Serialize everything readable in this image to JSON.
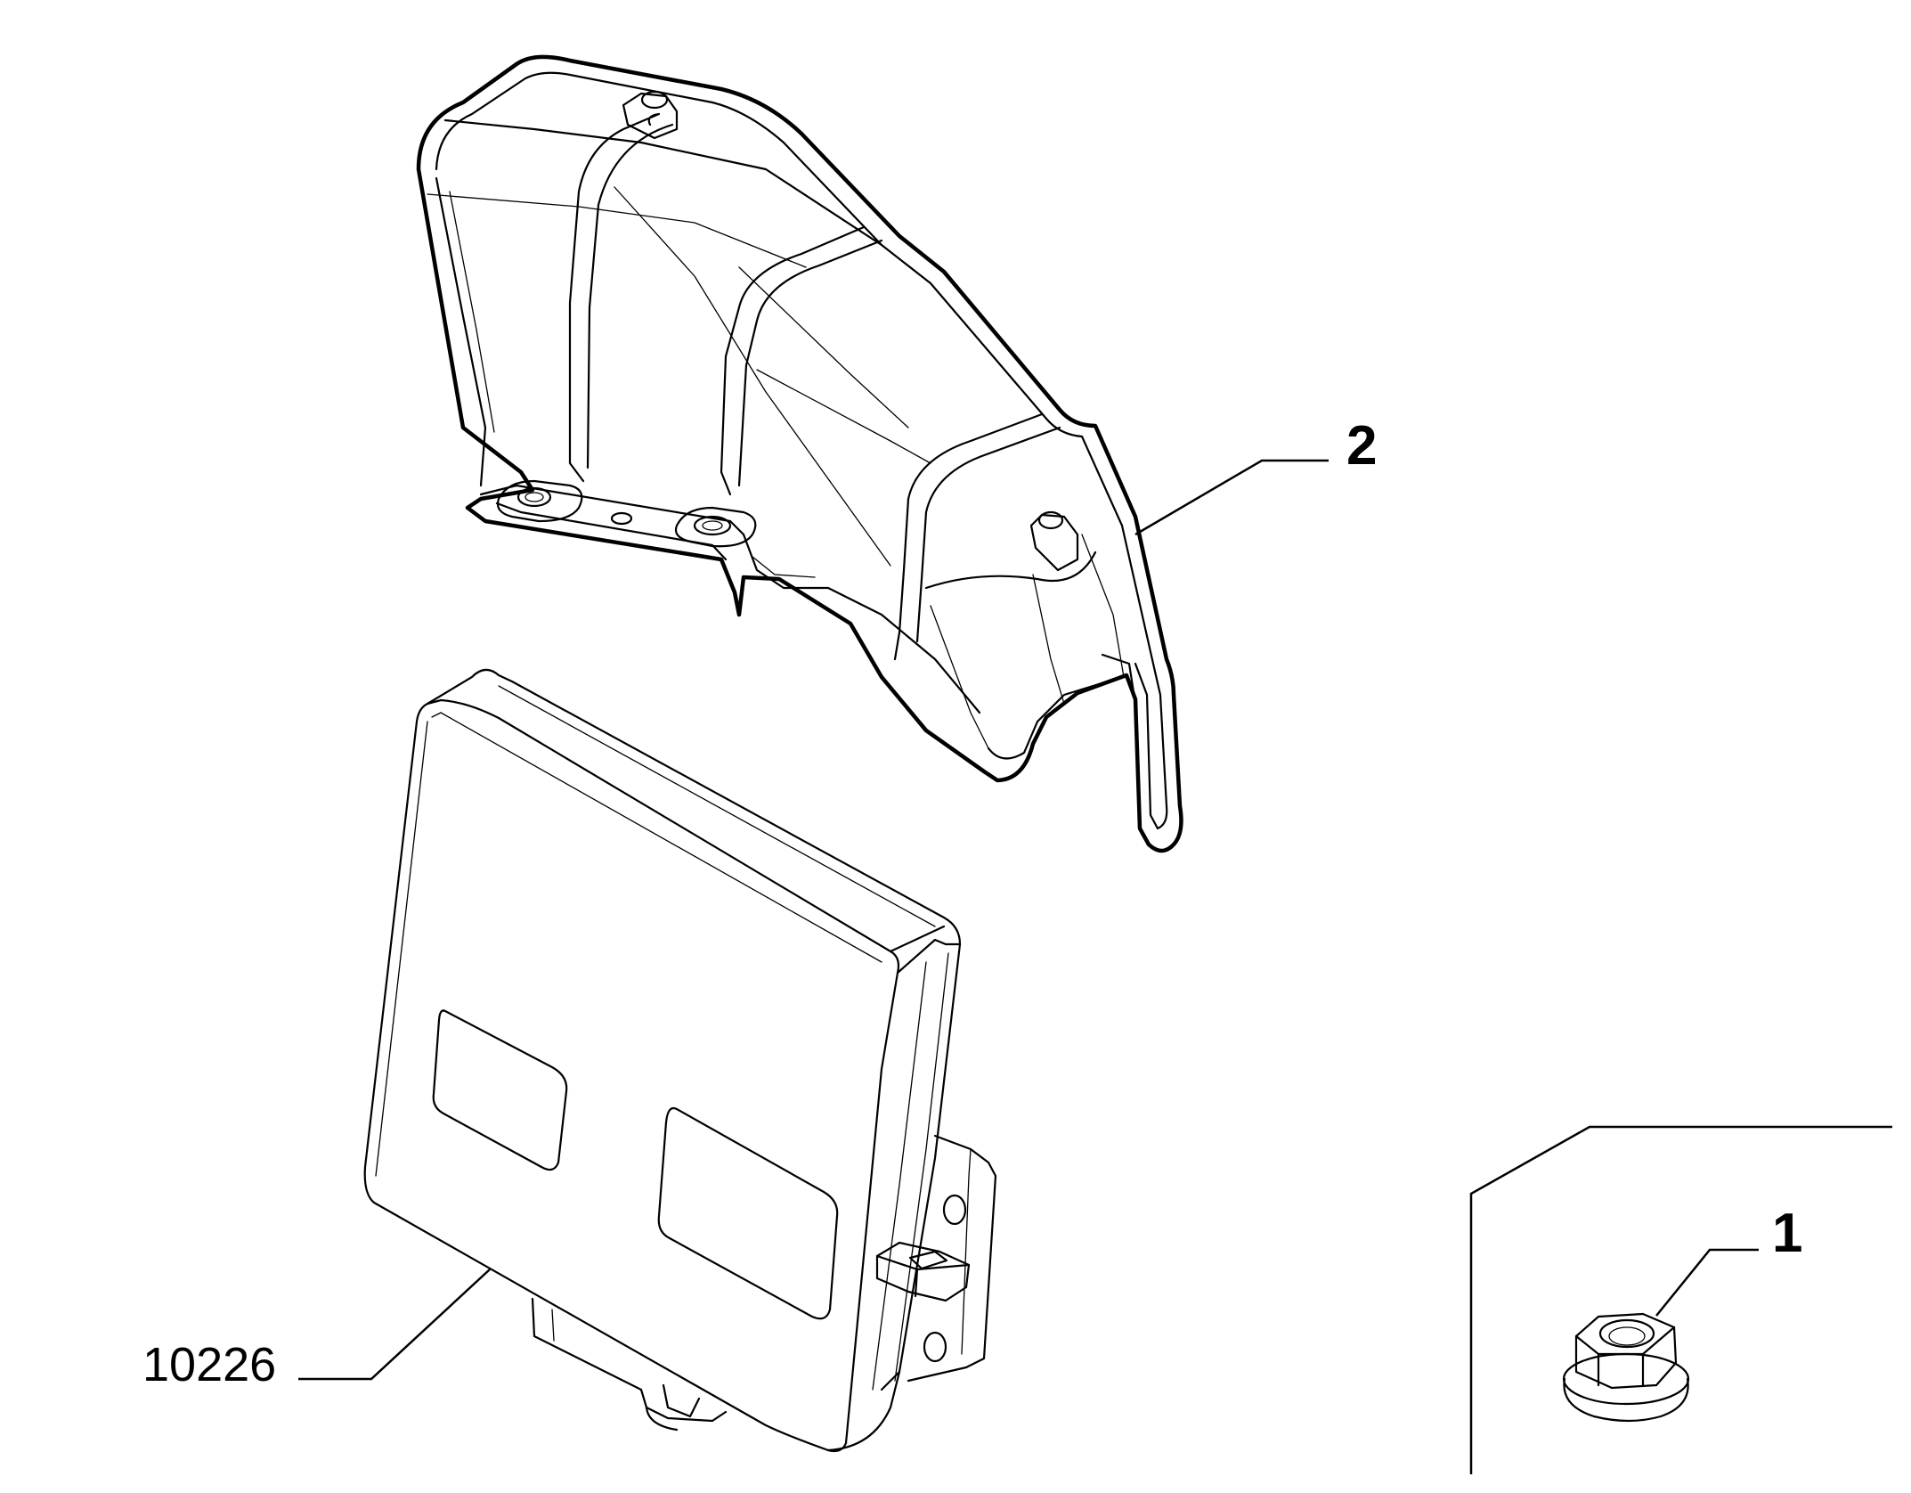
{
  "callouts": {
    "part_2": "2",
    "part_1": "1",
    "part_10226": "10226"
  }
}
